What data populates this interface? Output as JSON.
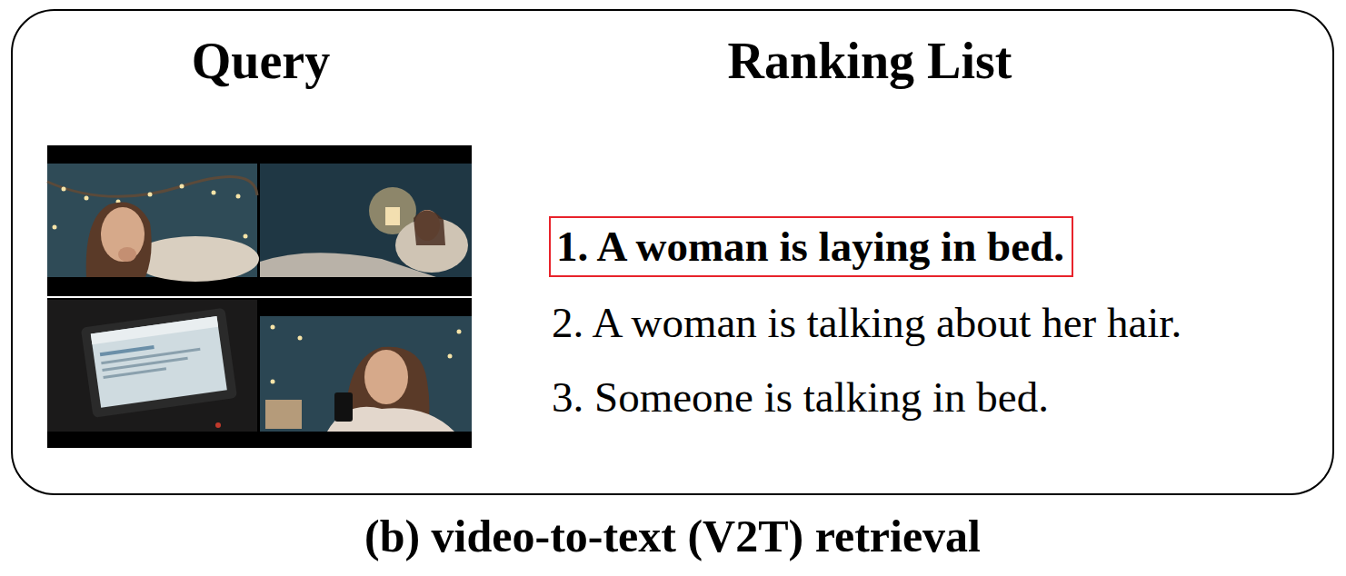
{
  "diagram": {
    "caption": "(b) video-to-text (V2T) retrieval",
    "nodes": [
      {
        "text": [
          "Query",
          "Ranking List"
        ]
      },
      {
        "text": [
          "1. A woman is laying in bed."
        ],
        "in": 0
      }
    ],
    "labels": [
      "2. A woman is talking about her hair.",
      "3. Someone is talking in bed."
    ]
  }
}
